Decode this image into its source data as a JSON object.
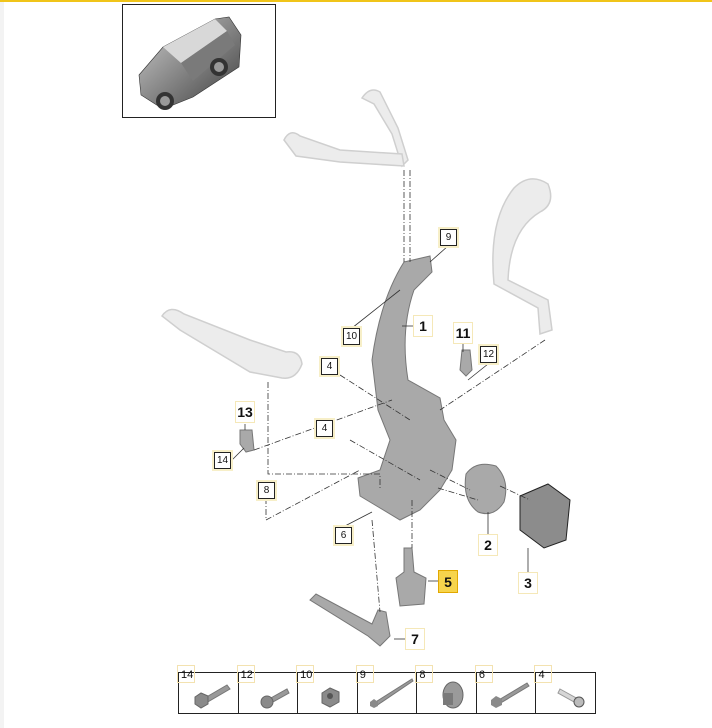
{
  "diagram": {
    "vehicle_thumbnail": "vehicle-overview",
    "callouts": [
      {
        "num": "9",
        "style": "plain"
      },
      {
        "num": "1",
        "style": "bold"
      },
      {
        "num": "10",
        "style": "plain"
      },
      {
        "num": "11",
        "style": "bold"
      },
      {
        "num": "12",
        "style": "plain"
      },
      {
        "num": "4",
        "style": "plain"
      },
      {
        "num": "13",
        "style": "bold"
      },
      {
        "num": "4",
        "style": "plain"
      },
      {
        "num": "14",
        "style": "plain"
      },
      {
        "num": "8",
        "style": "plain"
      },
      {
        "num": "6",
        "style": "plain"
      },
      {
        "num": "2",
        "style": "bold"
      },
      {
        "num": "5",
        "style": "highlighted"
      },
      {
        "num": "3",
        "style": "bold"
      },
      {
        "num": "7",
        "style": "bold"
      }
    ],
    "highlight_color": "#f7d44c",
    "accent_color": "#f0c419"
  },
  "parts_strip": [
    {
      "num": "14",
      "icon": "hex-bolt-short"
    },
    {
      "num": "12",
      "icon": "socket-bolt"
    },
    {
      "num": "10",
      "icon": "flange-nut"
    },
    {
      "num": "9",
      "icon": "long-bolt"
    },
    {
      "num": "8",
      "icon": "eccentric-washer"
    },
    {
      "num": "6",
      "icon": "long-bolt"
    },
    {
      "num": "4",
      "icon": "pin-bolt"
    }
  ]
}
